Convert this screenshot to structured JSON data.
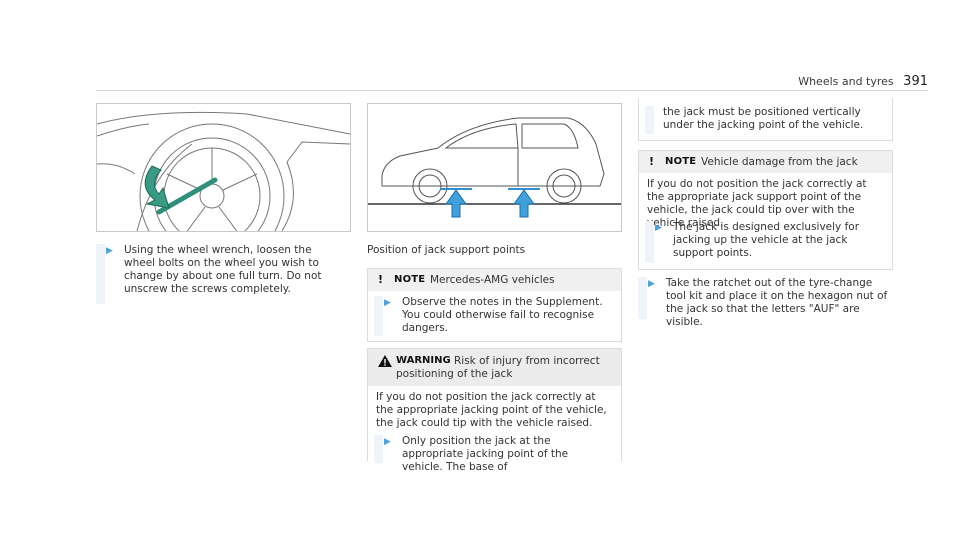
{
  "header": {
    "section": "Wheels and tyres",
    "page": "391"
  },
  "left": {
    "step": "Using the wheel wrench, loosen the wheel bolts on the wheel you wish to change by about one full turn. Do not unscrew the screws completely."
  },
  "middle": {
    "caption": "Position of jack support points",
    "note": {
      "mark": "!",
      "keyword": "NOTE",
      "heading": "Mercedes-AMG vehicles",
      "step": "Observe the notes in the Supplement. You could otherwise fail to recognise dangers."
    },
    "warning": {
      "keyword": "WARNING",
      "heading": "Risk of injury from incorrect positioning of the jack",
      "body": "If you do not position the jack correctly at the appropriate jacking point of the vehicle, the jack could tip with the vehicle raised.",
      "step": "Only position the jack at the appropriate jacking point of the vehicle. The base of"
    }
  },
  "right": {
    "continuation": "the jack must be positioned vertically under the jacking point of the vehicle.",
    "note": {
      "mark": "!",
      "keyword": "NOTE",
      "heading": "Vehicle damage from the jack",
      "body": "If you do not position the jack correctly at the appropriate jack support point of the vehicle, the jack could tip over with the vehicle raised.",
      "step": "The jack is designed exclusively for jacking up the vehicle at the jack support points."
    },
    "step": "Take the ratchet out of the tyre-change tool kit and place it on the hexagon nut of the jack so that the letters \"AUF\" are visible."
  },
  "colors": {
    "accent": "#4ea1d9",
    "arrow_fill": "#2f8fd0",
    "shade": "#eef4fa"
  }
}
